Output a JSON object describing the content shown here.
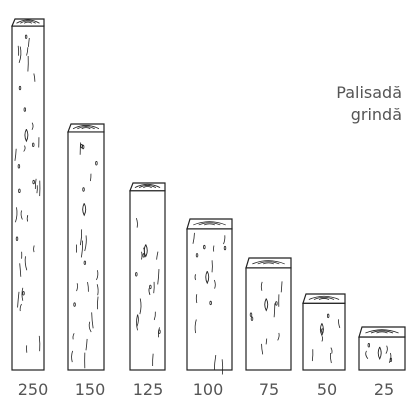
{
  "title": {
    "line1": "Palisadă",
    "line2": "grindă"
  },
  "posts": [
    {
      "label": "250",
      "height": 250
    },
    {
      "label": "150",
      "height": 150
    },
    {
      "label": "125",
      "height": 125
    },
    {
      "label": "100",
      "height": 100
    },
    {
      "label": "75",
      "height": 75
    },
    {
      "label": "50",
      "height": 50
    },
    {
      "label": "25",
      "height": 25
    }
  ],
  "colors": {
    "stroke": "#222222",
    "text": "#555555",
    "background": "#ffffff"
  }
}
